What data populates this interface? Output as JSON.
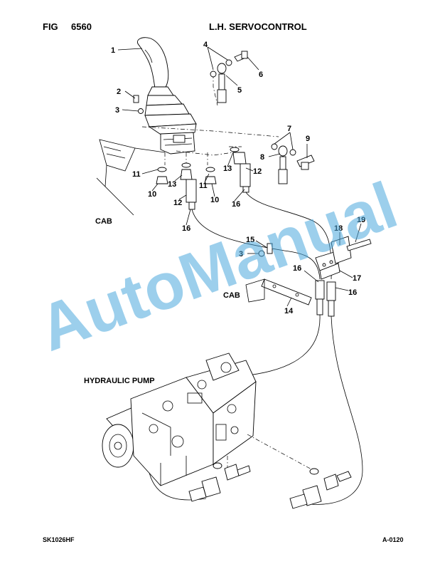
{
  "header": {
    "fig_label": "FIG",
    "fig_number": "6560",
    "title": "L.H. SERVOCONTROL"
  },
  "areas": {
    "cab_1": "CAB",
    "cab_2": "CAB",
    "hydraulic_pump": "HYDRAULIC PUMP"
  },
  "callouts": {
    "c1": "1",
    "c2": "2",
    "c3a": "3",
    "c3b": "3",
    "c4": "4",
    "c5": "5",
    "c6": "6",
    "c7": "7",
    "c8": "8",
    "c9": "9",
    "c10a": "10",
    "c10b": "10",
    "c11a": "11",
    "c11b": "11",
    "c12a": "12",
    "c12b": "12",
    "c13a": "13",
    "c13b": "13",
    "c14": "14",
    "c15": "15",
    "c16a": "16",
    "c16b": "16",
    "c16c": "16",
    "c16d": "16",
    "c17": "17",
    "c18": "18",
    "c19": "19"
  },
  "watermark": "AutoManual",
  "footer": {
    "doc_code": "SK1026HF",
    "page_code": "A-0120"
  }
}
